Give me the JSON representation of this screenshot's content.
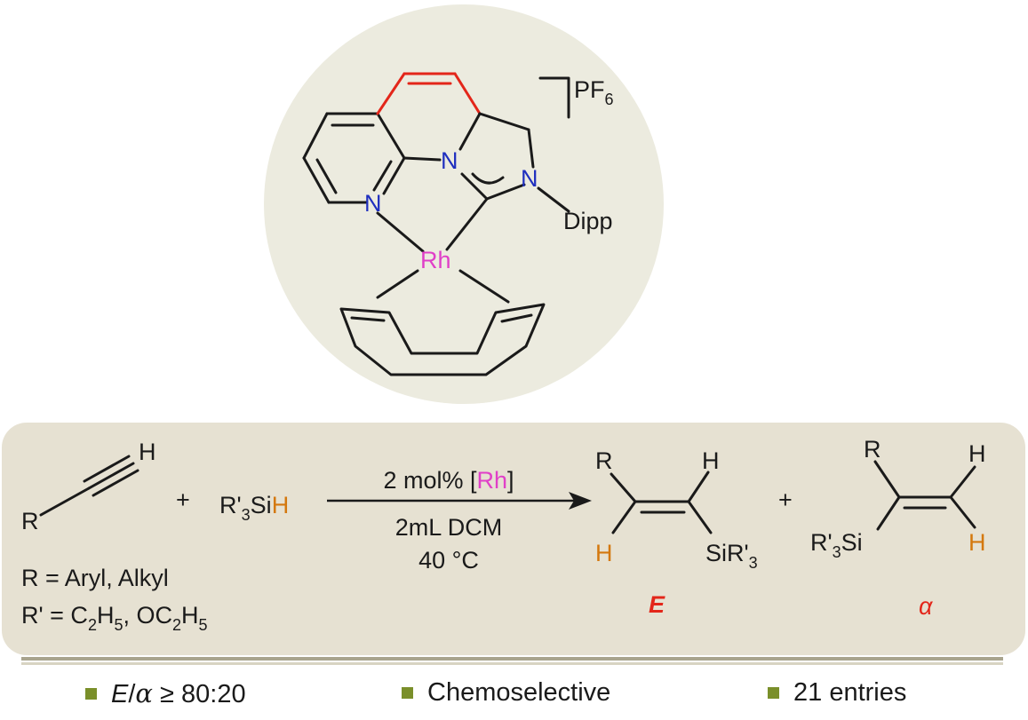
{
  "catalyst": {
    "counterion_main": "PF",
    "counterion_sub": "6",
    "n_pyridine": "N",
    "n_bridge": "N",
    "n_imidazole": "N",
    "dipp": "Dipp",
    "metal": "Rh"
  },
  "reaction": {
    "alkyne_h": "H",
    "alkyne_r": "R",
    "plus1": "+",
    "silane_prefix": "R'",
    "silane_sub": "3",
    "silane_si": "Si",
    "silane_h": "H",
    "cond_line1_pre": "2 mol% [",
    "cond_line1_rh": "Rh",
    "cond_line1_post": "]",
    "cond_line2": "2mL DCM",
    "cond_line3": "40 °C",
    "r_def": "R = Aryl, Alkyl",
    "rprime_def_pre": "R' = C",
    "rprime_def_s1": "2",
    "rprime_def_m1": "H",
    "rprime_def_s2": "5",
    "rprime_def_m2": ", OC",
    "rprime_def_s3": "2",
    "rprime_def_m3": "H",
    "rprime_def_s4": "5",
    "productE": {
      "r": "R",
      "h_top": "H",
      "h_bottom": "H",
      "si": "SiR'",
      "si_sub": "3",
      "label": "E"
    },
    "plus2": "+",
    "productAlpha": {
      "r": "R",
      "h_top": "H",
      "h_bottom": "H",
      "si_pre": "R'",
      "si_sub": "3",
      "si_post": "Si",
      "label": "α"
    }
  },
  "highlights": [
    {
      "italic": "E",
      "sep": "/",
      "alpha": "α",
      "rest": " ≥ 80:20"
    },
    {
      "text": "Chemoselective"
    },
    {
      "text": "21 entries"
    }
  ],
  "colors": {
    "circle_bg": "#ecebdf",
    "box_bg": "#e6e1d2",
    "nitrogen": "#1f2fbf",
    "rhodium": "#e040c8",
    "hydrogen_highlight": "#d4780e",
    "red": "#e3261a",
    "bullet": "#7a8f2a"
  }
}
